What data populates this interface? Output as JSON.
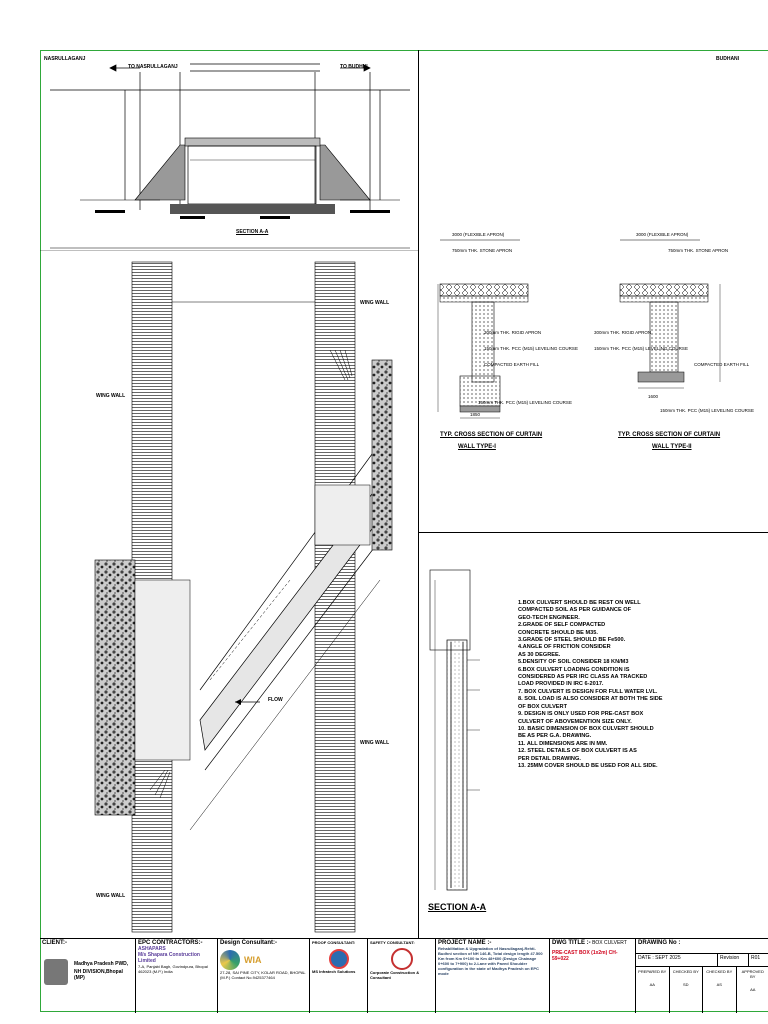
{
  "directions": {
    "nasrullaganj_left": "NASRULLAGANJ",
    "to_nasrullaganj": "TO NASRULLAGANJ",
    "to_budhni": "TO BUDHNI",
    "budhni_right": "BUDHANI"
  },
  "section_aa_label": "SECTION A-A",
  "plan_labels": {
    "wing_wall": "WING WALL",
    "flow": "FLOW"
  },
  "curtain_wall": {
    "type1": {
      "apron_flexible": "3000 (FLEXIBLE APRON)",
      "stone_apron": "750mm THK. STONE APRON",
      "rigid_apron": "300mm THK. RIGID APRON",
      "pcc_leveling": "150mm THK. PCC (M15) LEVELING COURSE",
      "compacted_fill": "COMPACTED EARTH FILL",
      "bottom_pcc": "150mm THK. PCC (M15) LEVELING COURSE",
      "width_dim": "1850",
      "title_line1": "TYP. CROSS SECTION OF CURTAIN",
      "title_line2": "WALL TYPE-I"
    },
    "type2": {
      "apron_flexible": "3000 (FLEXIBLE APRON)",
      "stone_apron": "750mm THK. STONE APRON",
      "rigid_apron": "300mm THK. RIGID APRON",
      "pcc_leveling": "150mm THK. PCC (M15) LEVELING COURSE",
      "compacted_fill": "COMPACTED EARTH FILL",
      "bottom_pcc": "150mm THK. PCC (M15) LEVELING COURSE",
      "width_dim": "1600",
      "title_line1": "TYP. CROSS SECTION OF CURTAIN",
      "title_line2": "WALL TYPE-II"
    }
  },
  "notes": [
    "1.BOX CULVERT SHOULD BE REST ON WELL",
    "   COMPACTED SOIL AS PER GUIDANCE OF",
    "   GEO-TECH ENGINEER.",
    "2.GRADE OF SELF COMPACTED",
    "   CONCRETE SHOULD BE M35.",
    "3.GRADE OF STEEL SHOULD BE Fe500.",
    "4.ANGLE OF FRICTION CONSIDER",
    "   AS 30 DEGREE.",
    "5.DENSITY OF SOIL CONSIDER 18 KN/M3",
    "6.BOX CULVERT LOADING CONDITION IS",
    "   CONSIDERED AS PER IRC CLASS AA TRACKED",
    "   LOAD PROVIDED IN IRC 6-2017.",
    "7. BOX CULVERT IS DESIGN FOR FULL WATER LVL.",
    "8. SOIL LOAD IS ALSO CONSIDER AT BOTH THE SIDE",
    "   OF BOX CULVERT",
    "9. DESIGN IS ONLY USED FOR PRE-CAST BOX",
    "   CULVERT OF ABOVEMENTION SIZE ONLY.",
    "10. BASIC DIMENSION OF BOX CULVERT SHOULD",
    "   BE AS PER G.A. DRAWING.",
    "11. ALL DIMENSIONS ARE IN MM.",
    "12. STEEL DETAILS OF BOX CULVERT IS AS",
    "   PER DETAIL DRAWING.",
    "13. 25MM COVER SHOULD BE USED FOR ALL SIDE."
  ],
  "section_aa_right_label": "SECTION A-A",
  "title_block": {
    "client_label": "CLIENT:-",
    "client_name_line1": "Madhya Pradesh PWD,",
    "client_name_line2": "NH DIVISION,Bhopal (MP)",
    "epc_label": "EPC CONTRACTORS:-",
    "epc_brand": "ASHAPARS",
    "epc_company": "M/s Shapara Construction Limited",
    "epc_address": "7-A, Panjabi Bagh, Govindpura, Bhopal 462023 (M.P.) India",
    "design_label": "Design Consultant:-",
    "design_brand": "WIA",
    "design_address": "27-28, SAI PINE CITY, KOLAR ROAD, BHOPAL (M.P.) Contact No.9425377464",
    "proof_label": "PROOF CONSULTANT:",
    "proof_name": "MS Infratech Solutions",
    "safety_label": "SAFETY CONSULTANT:",
    "safety_name": "Corporate Construction & Consultant",
    "project_label": "PROJECT NAME :-",
    "project_desc": "Rehabilitation & Upgradation of Nasrullaganj-Rehti-Budhni section of NH 146-B, Total design length 47.500 Km from Km 0+100 to Km 48+600 (Design Chainage 0+600 to 7+900) to 2-Lane with Paved Shoulder configuration in the state of Madhya Pradesh on EPC mode",
    "dwg_title_label": "DWG TITLE :-",
    "dwg_title": "BOX CULVERT",
    "dwg_title_red": "PRE-CAST BOX (1x2m) CH-59+022",
    "drawing_no_label": "DRAWING No :",
    "date_label": "DATE : SEPT 2025",
    "revision_label": "Revision",
    "revision_value": "R01",
    "prepared_by": "PREPARED BY",
    "checked_by": "CHECKED BY",
    "reviewed_by": "CHECKED BY",
    "approved_by": "APPROVED BY",
    "sign_values": [
      "AA",
      "SD",
      "AS",
      "AA"
    ]
  }
}
